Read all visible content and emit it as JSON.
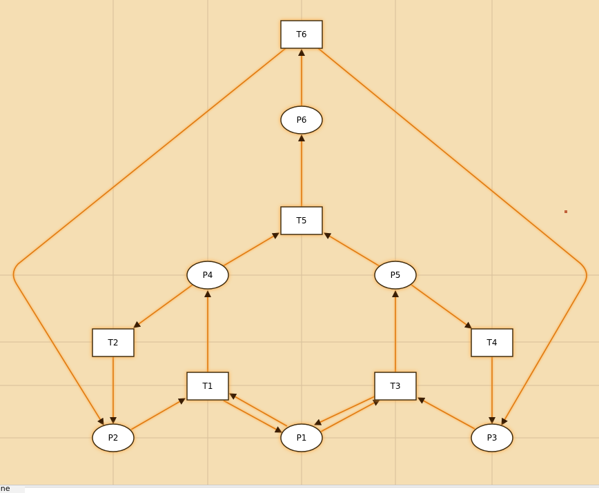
{
  "diagram": {
    "places": [
      {
        "id": "P1",
        "label": "P1"
      },
      {
        "id": "P2",
        "label": "P2"
      },
      {
        "id": "P3",
        "label": "P3"
      },
      {
        "id": "P4",
        "label": "P4"
      },
      {
        "id": "P5",
        "label": "P5"
      },
      {
        "id": "P6",
        "label": "P6"
      }
    ],
    "transitions": [
      {
        "id": "T1",
        "label": "T1"
      },
      {
        "id": "T2",
        "label": "T2"
      },
      {
        "id": "T3",
        "label": "T3"
      },
      {
        "id": "T4",
        "label": "T4"
      },
      {
        "id": "T5",
        "label": "T5"
      },
      {
        "id": "T6",
        "label": "T6"
      }
    ],
    "arcs": [
      {
        "from": "P2",
        "to": "T1"
      },
      {
        "from": "T1",
        "to": "P1"
      },
      {
        "from": "P1",
        "to": "T1"
      },
      {
        "from": "T1",
        "to": "P4"
      },
      {
        "from": "P4",
        "to": "T2"
      },
      {
        "from": "T2",
        "to": "P2"
      },
      {
        "from": "P4",
        "to": "T5"
      },
      {
        "from": "P5",
        "to": "T5"
      },
      {
        "from": "T5",
        "to": "P6"
      },
      {
        "from": "P6",
        "to": "T6"
      },
      {
        "from": "T6",
        "to": "P2"
      },
      {
        "from": "T6",
        "to": "P3"
      },
      {
        "from": "T3",
        "to": "P5"
      },
      {
        "from": "P5",
        "to": "T4"
      },
      {
        "from": "T4",
        "to": "P3"
      },
      {
        "from": "P3",
        "to": "T3"
      },
      {
        "from": "T3",
        "to": "P1"
      },
      {
        "from": "P1",
        "to": "T3"
      }
    ]
  },
  "status_bar": {
    "text": "one"
  },
  "colors": {
    "background": "#f5deb3",
    "grid": "#d9c3a0",
    "arc": "#e07a10",
    "node_fill": "#ffffff",
    "node_stroke": "#3a2a10",
    "glow": "#ffa53a"
  }
}
